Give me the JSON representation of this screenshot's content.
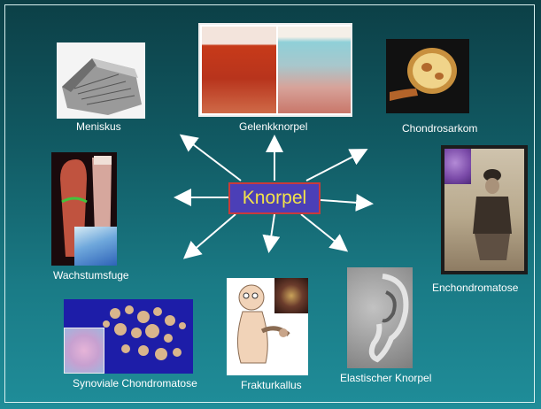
{
  "colors": {
    "background_top": "#0c3f46",
    "background_bottom": "#1f8d99",
    "center_fill": "#4b3fb7",
    "center_border": "#c83b3b",
    "center_text": "#f2e34a",
    "arrows": "#ffffff",
    "captions": "#ffffff"
  },
  "center": {
    "label": "Knorpel"
  },
  "items": [
    {
      "label": "Meniskus"
    },
    {
      "label": "Gelenkknorpel"
    },
    {
      "label": "Chondrosarkom"
    },
    {
      "label": "Wachstumsfuge"
    },
    {
      "label": "Enchondromatose"
    },
    {
      "label": "Synoviale Chondromatose"
    },
    {
      "label": "Frakturkallus"
    },
    {
      "label": "Elastischer Knorpel"
    }
  ]
}
